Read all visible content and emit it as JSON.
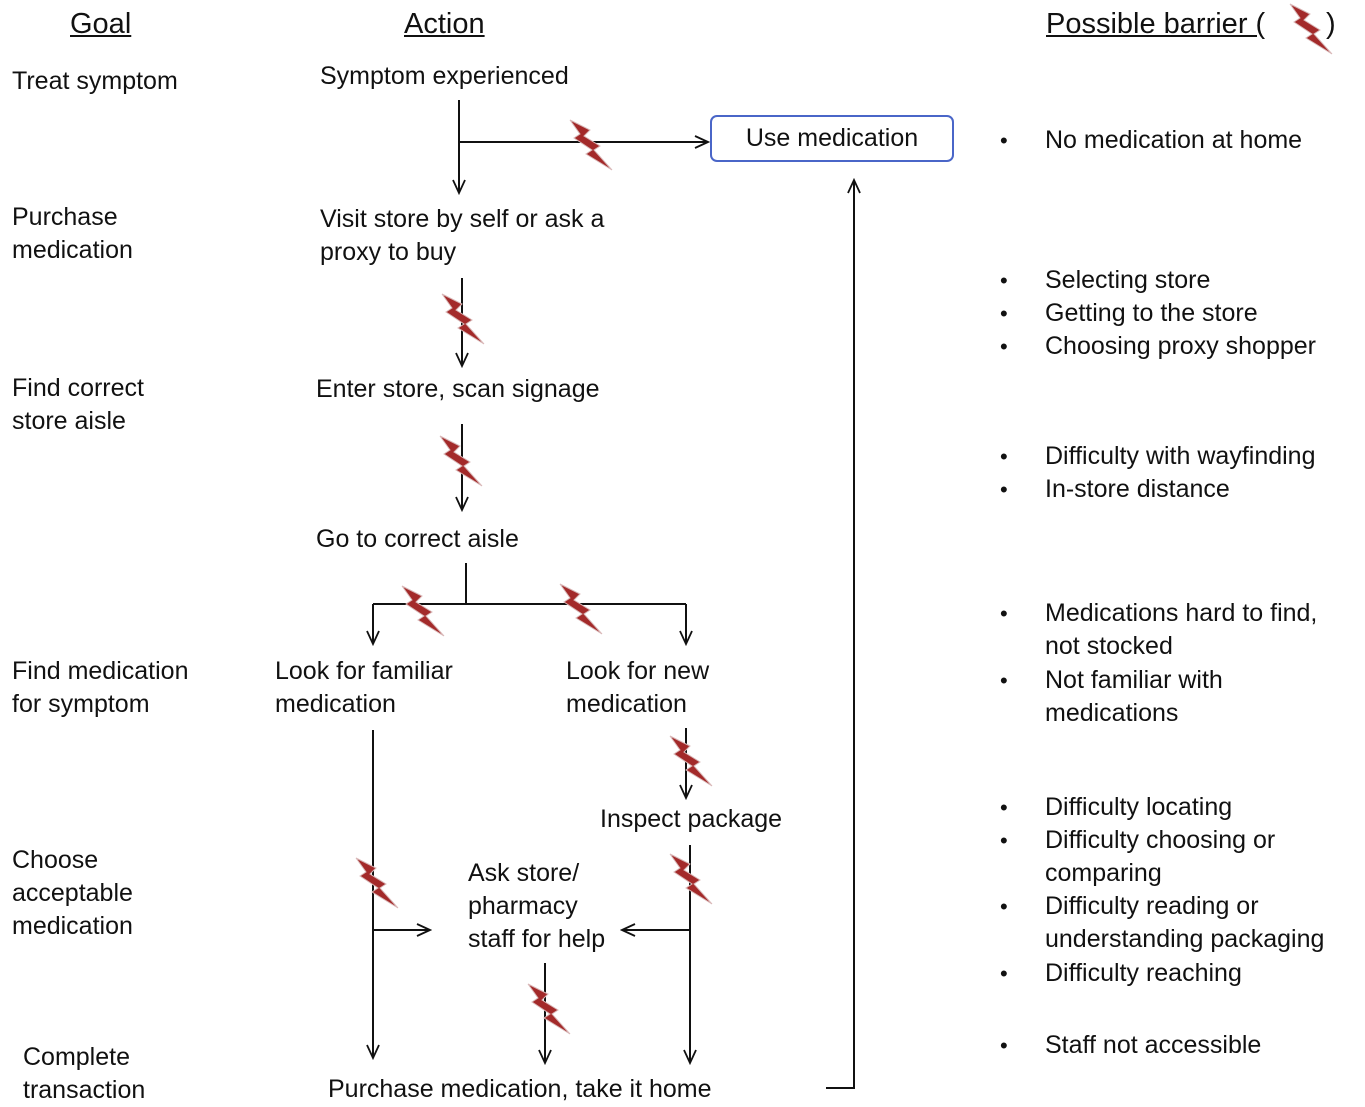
{
  "headers": {
    "goal": "Goal",
    "action": "Action",
    "barrier": "Possible barrier (",
    "barrier_close": ")"
  },
  "goals": [
    [
      "Treat symptom"
    ],
    [
      "Purchase",
      "medication"
    ],
    [
      "Find correct",
      "store aisle"
    ],
    [
      "Find medication",
      "for symptom"
    ],
    [
      "Choose",
      "acceptable",
      "medication"
    ],
    [
      "Complete",
      "transaction"
    ]
  ],
  "actions": {
    "symptom": "Symptom experienced",
    "use": "Use medication",
    "visit": [
      "Visit store by self or ask a",
      "proxy to buy"
    ],
    "enter": "Enter store, scan signage",
    "aisle": "Go to correct aisle",
    "familiar": [
      "Look for familiar",
      "medication"
    ],
    "new": [
      "Look for new",
      "medication"
    ],
    "inspect": "Inspect package",
    "ask": [
      "Ask store/",
      "pharmacy",
      "staff for help"
    ],
    "purchase": "Purchase medication, take it home"
  },
  "barriers": [
    [
      "No medication at home"
    ],
    [
      "Selecting store"
    ],
    [
      "Getting to the store"
    ],
    [
      "Choosing proxy shopper"
    ],
    [
      "Difficulty with wayfinding"
    ],
    [
      "In-store distance"
    ],
    [
      "Medications hard to find,",
      "not stocked"
    ],
    [
      "Not familiar with",
      "medications"
    ],
    [
      "Difficulty locating"
    ],
    [
      "Difficulty choosing or",
      "comparing"
    ],
    [
      "Difficulty reading or",
      "understanding packaging"
    ],
    [
      "Difficulty reaching"
    ],
    [
      "Staff not accessible"
    ]
  ],
  "bullet": "•",
  "icons": {
    "barrier": "lightning-bolt-icon"
  },
  "colors": {
    "bolt": "#a32a2a",
    "box_border": "#4a66c8",
    "line": "#111111"
  }
}
